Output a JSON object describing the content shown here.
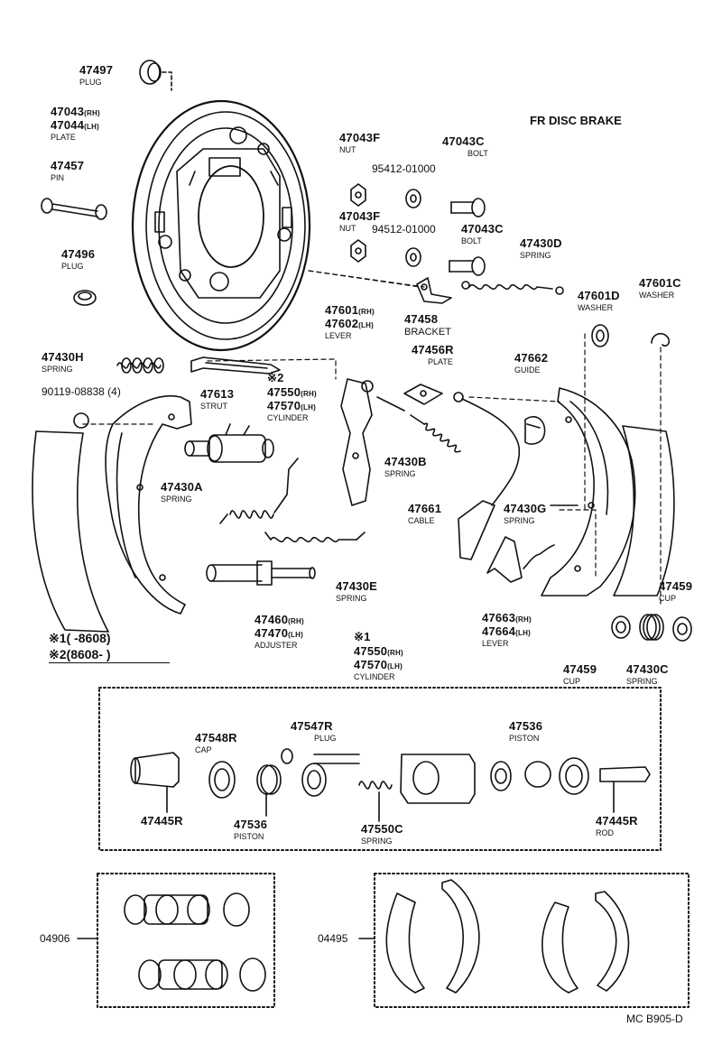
{
  "header": {
    "title": "FR DISC BRAKE"
  },
  "footer": {
    "code": "MC B905-D"
  },
  "notes": {
    "n1_symbol": "※1",
    "n1_text": "(      -8608)",
    "n2_symbol": "※2",
    "n2_text": "(8608-      )"
  },
  "labels": {
    "p47497": {
      "num": "47497",
      "name": "PLUG"
    },
    "p47043": {
      "num1": "47043",
      "suf1": "(RH)",
      "num2": "47044",
      "suf2": "(LH)",
      "name": "PLATE"
    },
    "p47457": {
      "num": "47457",
      "name": "PIN"
    },
    "p47496": {
      "num": "47496",
      "name": "PLUG"
    },
    "p47043f_a": {
      "num": "47043F",
      "name": "NUT"
    },
    "p47043f_b": {
      "num": "47043F",
      "name": "NUT"
    },
    "p95412": {
      "num": "95412-01000"
    },
    "p94512": {
      "num": "94512-01000"
    },
    "p47043c_a": {
      "num": "47043C",
      "name": "BOLT"
    },
    "p47043c_b": {
      "num": "47043C",
      "name": "BOLT"
    },
    "p47430d": {
      "num": "47430D",
      "name": "SPRING"
    },
    "p47458": {
      "num": "47458",
      "name": "BRACKET"
    },
    "p47601": {
      "num1": "47601",
      "suf1": "(RH)",
      "num2": "47602",
      "suf2": "(LH)",
      "name": "LEVER"
    },
    "p47601d": {
      "num": "47601D",
      "name": "WASHER"
    },
    "p47601c": {
      "num": "47601C",
      "name": "WASHER"
    },
    "p47430h": {
      "num": "47430H",
      "name": "SPRING"
    },
    "p47613": {
      "num": "47613",
      "name": "STRUT"
    },
    "p47550": {
      "mark": "※2",
      "num1": "47550",
      "suf1": "(RH)",
      "num2": "47570",
      "suf2": "(LH)",
      "name": "CYLINDER"
    },
    "p47456r": {
      "num": "47456R",
      "name": "PLATE"
    },
    "p47662": {
      "num": "47662",
      "name": "GUIDE"
    },
    "p90119": {
      "num": "90119-08838 (4)"
    },
    "p47430b": {
      "num": "47430B",
      "name": "SPRING"
    },
    "p47430a": {
      "num": "47430A",
      "name": "SPRING"
    },
    "p47661": {
      "num": "47661",
      "name": "CABLE"
    },
    "p47430g": {
      "num": "47430G",
      "name": "SPRING"
    },
    "p47430e": {
      "num": "47430E",
      "name": "SPRING"
    },
    "p47460": {
      "num1": "47460",
      "suf1": "(RH)",
      "num2": "47470",
      "suf2": "(LH)",
      "name": "ADJUSTER"
    },
    "p47663": {
      "num1": "47663",
      "suf1": "(RH)",
      "num2": "47664",
      "suf2": "(LH)",
      "name": "LEVER"
    },
    "p47459_a": {
      "num": "47459",
      "name": "CUP"
    },
    "p47459_b": {
      "num": "47459",
      "name": "CUP"
    },
    "p47430c": {
      "num": "47430C",
      "name": "SPRING"
    },
    "p47550_1": {
      "mark": "※1",
      "num1": "47550",
      "suf1": "(RH)",
      "num2": "47570",
      "suf2": "(LH)",
      "name": "CYLINDER"
    },
    "p47548r": {
      "num": "47548R",
      "name": "CAP"
    },
    "p47547r": {
      "num": "47547R",
      "name": "PLUG"
    },
    "p47536_a": {
      "num": "47536",
      "name": "PISTON"
    },
    "p47536_b": {
      "num": "47536",
      "name": "PISTON"
    },
    "p47445r_a": {
      "num": "47445R"
    },
    "p47445r_b": {
      "num": "47445R",
      "name": "ROD"
    },
    "p47550c": {
      "num": "47550C",
      "name": "SPRING"
    },
    "p04906": {
      "num": "04906"
    },
    "p04495": {
      "num": "04495"
    }
  }
}
